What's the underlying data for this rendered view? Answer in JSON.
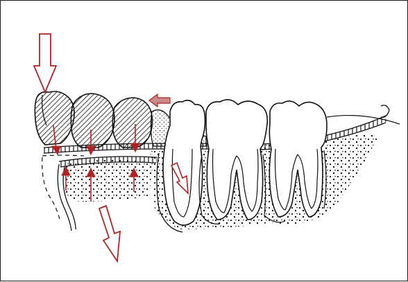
{
  "figure": {
    "title": "",
    "caption": "",
    "colors": {
      "line": "#111111",
      "arrow": "#b22222",
      "arrow_fill": "#ffffff",
      "shift_arrow_fill": "#c98a8a",
      "hatch": "#111111",
      "background": "#ffffff"
    },
    "parts": {
      "denture_teeth": [
        "denture-tooth-1",
        "denture-tooth-2",
        "denture-tooth-3"
      ],
      "natural_teeth": [
        "molar-1",
        "molar-2",
        "abutment-tooth"
      ],
      "arrows": [
        "occlusal-load-arrow",
        "horizontal-shift-arrow",
        "bone-resorption-arrow",
        "tooth-tilt-arrow"
      ]
    }
  }
}
